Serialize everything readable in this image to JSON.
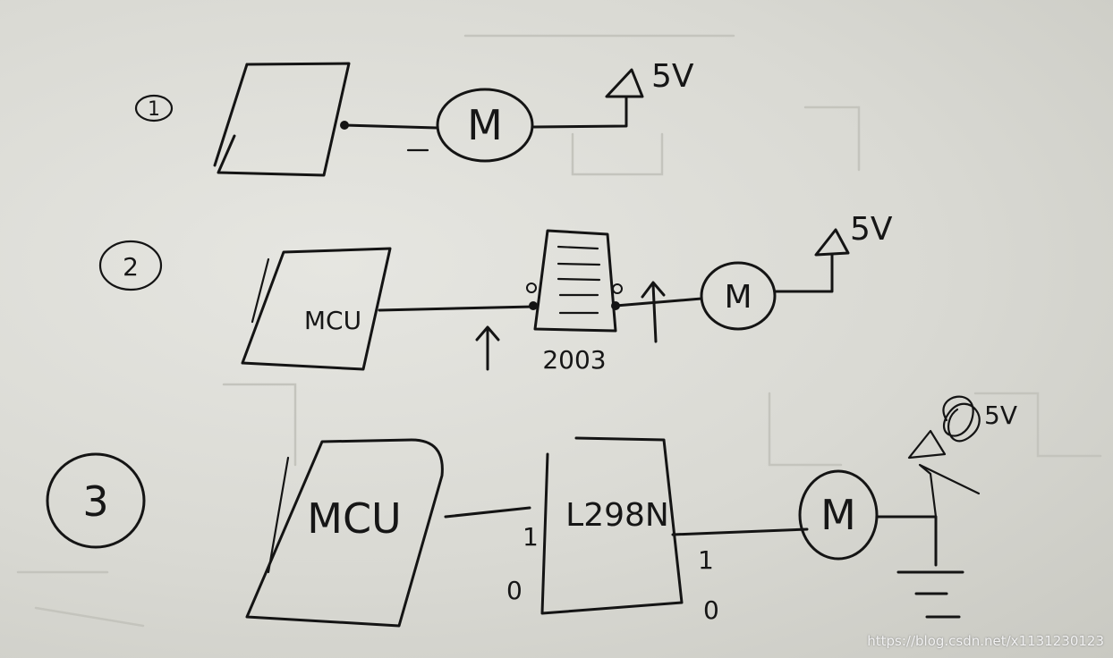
{
  "diagram": {
    "circuit_1": {
      "number": "1",
      "motor": "M",
      "supply": "5V"
    },
    "circuit_2": {
      "number": "2",
      "controller": "MCU",
      "driver": "2003",
      "motor": "M",
      "supply": "5V"
    },
    "circuit_3": {
      "number": "3",
      "controller": "MCU",
      "driver": "L298N",
      "motor": "M",
      "supply": "5V",
      "level_in_high": "1",
      "level_in_low": "0",
      "level_out_high": "1",
      "level_out_low": "0"
    }
  },
  "watermark": "https://blog.csdn.net/x1131230123"
}
